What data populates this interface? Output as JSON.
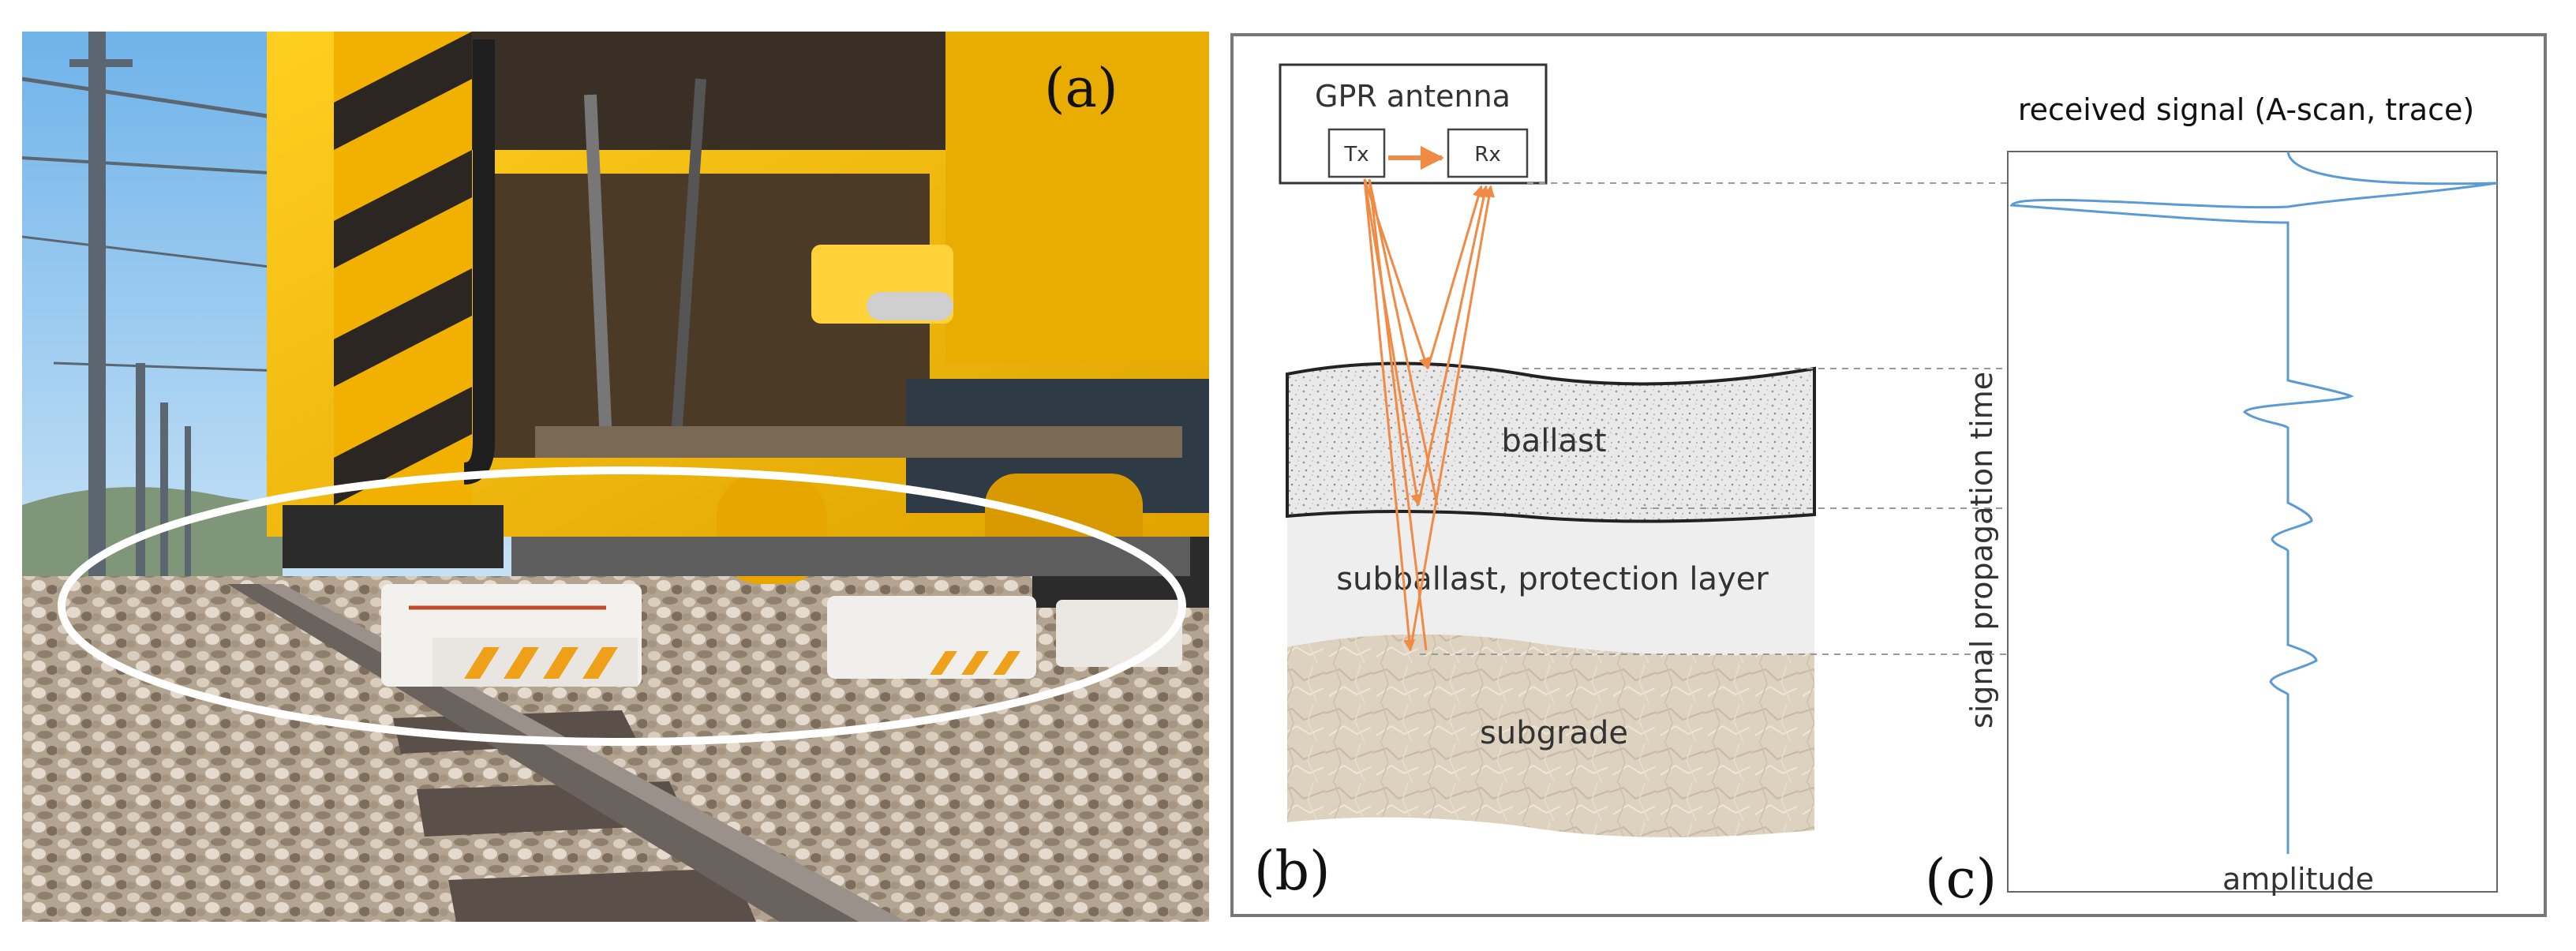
{
  "panels": {
    "a": "(a)",
    "b": "(b)",
    "c": "(c)"
  },
  "antenna": {
    "title": "GPR antenna",
    "transmitter": "Tx",
    "receiver": "Rx"
  },
  "layers": {
    "ballast": "ballast",
    "subballast": "subballast, protection layer",
    "subgrade": "subgrade"
  },
  "signal_plot": {
    "title": "received signal (A-scan, trace)",
    "y_label": "signal propagation time",
    "x_label": "amplitude"
  },
  "colors": {
    "ray_orange": "#f08a44",
    "trace_blue": "#5b9bd5",
    "ballast_fill": "#e6e6e6",
    "subballast_fill": "#eeeeee",
    "subgrade_fill": "#ddd1bf",
    "machine_yellow": "#f5b800",
    "sky_blue": "#8ec5ee"
  }
}
